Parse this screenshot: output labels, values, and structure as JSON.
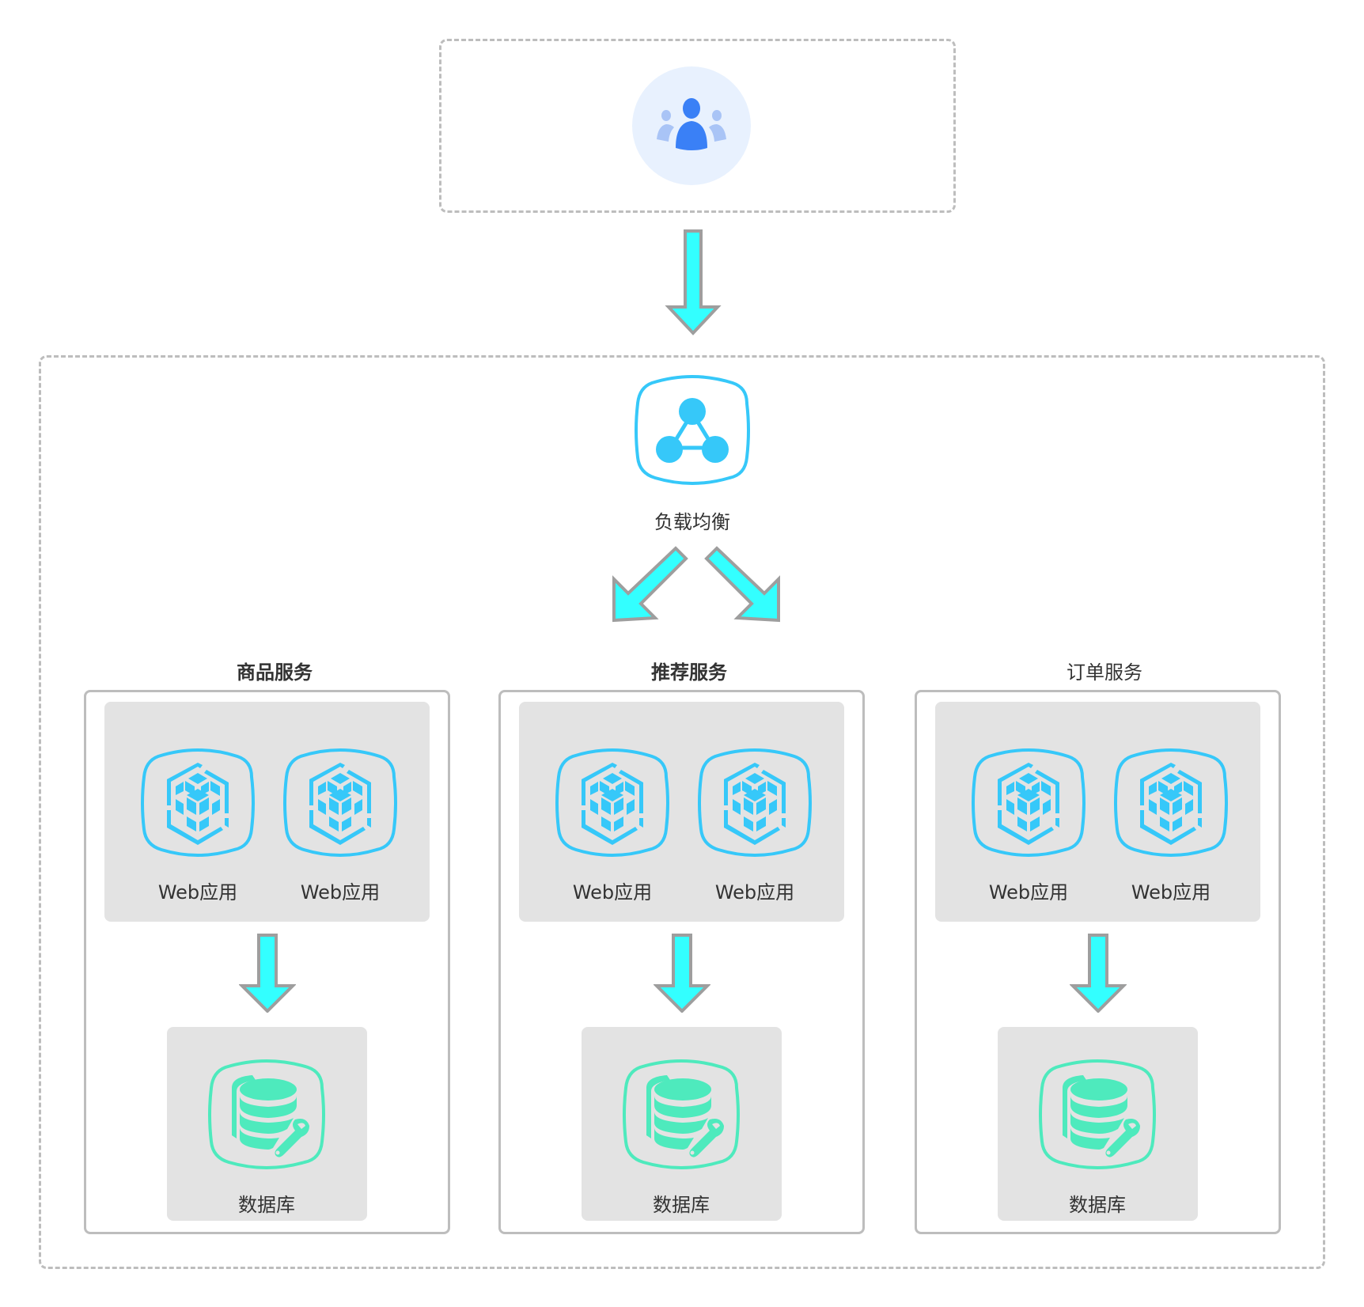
{
  "diagram": {
    "users": {
      "icon": "users-group-icon"
    },
    "load_balancer": {
      "label": "负载均衡",
      "icon": "load-balancer-icon"
    },
    "services": [
      {
        "title": "商品服务",
        "bold": true,
        "apps": [
          {
            "label": "Web应用"
          },
          {
            "label": "Web应用"
          }
        ],
        "database": {
          "label": "数据库"
        }
      },
      {
        "title": "推荐服务",
        "bold": true,
        "apps": [
          {
            "label": "Web应用"
          },
          {
            "label": "Web应用"
          }
        ],
        "database": {
          "label": "数据库"
        }
      },
      {
        "title": "订单服务",
        "bold": false,
        "apps": [
          {
            "label": "Web应用"
          },
          {
            "label": "Web应用"
          }
        ],
        "database": {
          "label": "数据库"
        }
      }
    ],
    "colors": {
      "arrow_fill": "#33ffff",
      "arrow_stroke": "#9e9e9e",
      "web_icon": "#36c8f9",
      "db_icon": "#4eeabd",
      "user_primary": "#3a80f6",
      "user_secondary": "#a9c4f6",
      "user_bg": "#e8f1fe",
      "dash": "#bdbdbd",
      "panel": "#e3e3e3"
    }
  }
}
